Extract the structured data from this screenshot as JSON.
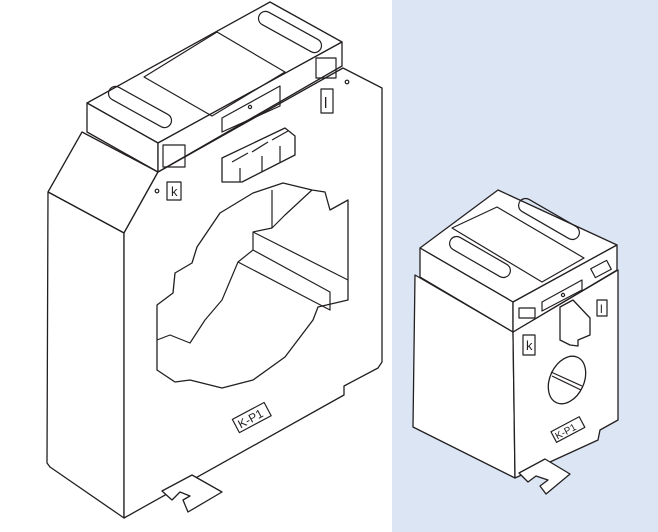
{
  "figure": {
    "large_transformer": {
      "terminal_k": "k",
      "terminal_l": "l",
      "marking": "K-P1"
    },
    "small_transformer": {
      "terminal_k": "k",
      "terminal_l": "l",
      "marking": "K-P1"
    },
    "colors": {
      "background": "#ffffff",
      "panel": "#dbe5f3",
      "line": "#231f20"
    }
  }
}
